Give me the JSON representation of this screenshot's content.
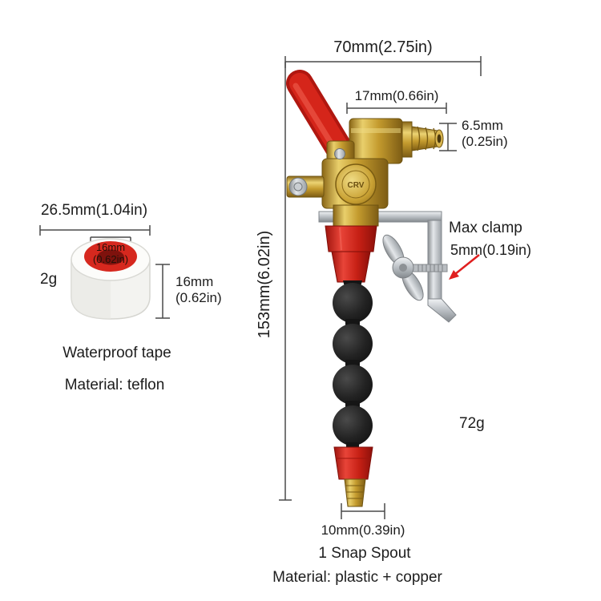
{
  "main_product": {
    "dim_width_top": "70mm(2.75in)",
    "dim_width_barb": "17mm(0.66in)",
    "dim_barb_od_line1": "6.5mm",
    "dim_barb_od_line2": "(0.25in)",
    "dim_height": "153mm(6.02in)",
    "clamp_label": "Max clamp",
    "clamp_size": "5mm(0.19in)",
    "weight": "72g",
    "dim_nozzle": "10mm(0.39in)",
    "spout_note": "1 Snap Spout",
    "material_note": "Material: plastic + copper",
    "valve_marking": "CRV"
  },
  "tape": {
    "dim_outer_diameter": "26.5mm(1.04in)",
    "dim_inner_line1": "16mm",
    "dim_inner_line2": "(0.62in)",
    "weight": "2g",
    "dim_height_line1": "16mm",
    "dim_height_line2": "(0.62in)",
    "name": "Waterproof tape",
    "material": "Material: teflon"
  },
  "colors": {
    "background": "#ffffff",
    "text": "#1d1d1d",
    "dimension_line": "#4a4a4a",
    "accent_red": "#cf1f1f",
    "brass": "#c49b2e",
    "hose_black": "#181818",
    "metal_gray": "#b9bec3",
    "tape_red": "#d6281e"
  }
}
